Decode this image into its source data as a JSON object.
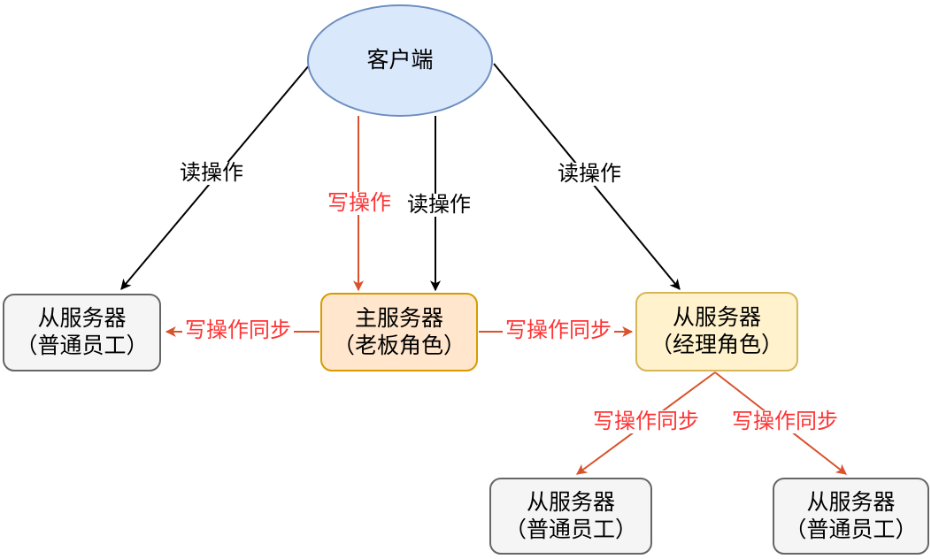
{
  "diagram": {
    "nodes": {
      "client": {
        "label": "客户端"
      },
      "slave_left": {
        "name": "从服务器",
        "role": "（普通员工）"
      },
      "master": {
        "name": "主服务器",
        "role": "（老板角色）"
      },
      "slave_manager": {
        "name": "从服务器",
        "role": "（经理角色）"
      },
      "slave_bottom_left": {
        "name": "从服务器",
        "role": "（普通员工）"
      },
      "slave_bottom_right": {
        "name": "从服务器",
        "role": "（普通员工）"
      }
    },
    "edge_labels": {
      "read_client_slave_left": "读操作",
      "write_client_master": "写操作",
      "read_client_master": "读操作",
      "read_client_manager": "读操作",
      "sync_master_slave_left": "写操作同步",
      "sync_master_manager": "写操作同步",
      "sync_manager_bottom_left": "写操作同步",
      "sync_manager_bottom_right": "写操作同步"
    },
    "colors": {
      "client_fill": "#dae8fc",
      "client_stroke": "#6c8ebf",
      "slave_fill": "#f5f5f5",
      "slave_stroke": "#666666",
      "master_fill": "#ffe6cc",
      "master_stroke": "#d79b00",
      "manager_fill": "#fff2cc",
      "manager_stroke": "#d6b656",
      "black_edge": "#000000",
      "red_edge": "#d9522b",
      "red_label_text": "#ff3333"
    }
  }
}
